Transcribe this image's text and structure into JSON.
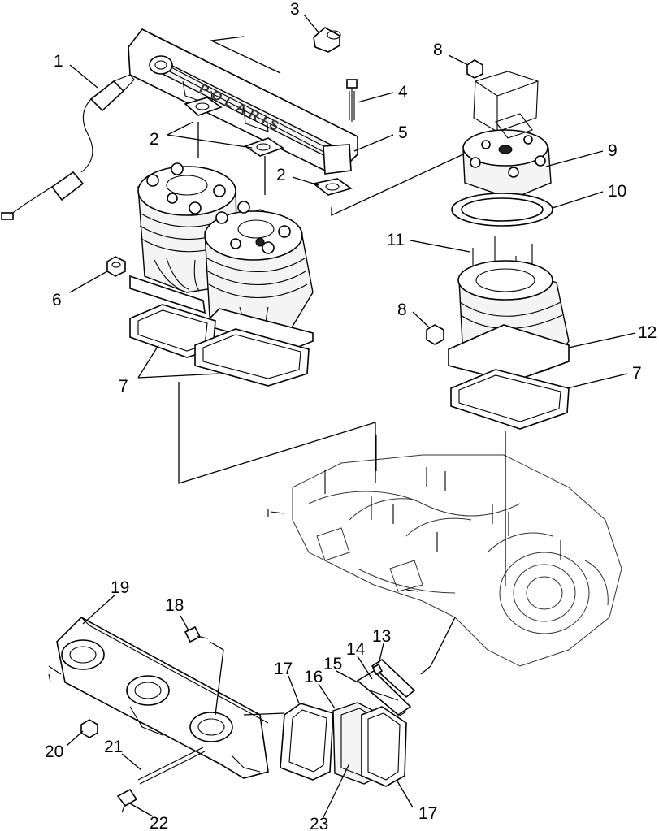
{
  "callouts": [
    {
      "id": "1",
      "text": "1"
    },
    {
      "id": "2a",
      "text": "2"
    },
    {
      "id": "2b",
      "text": "2"
    },
    {
      "id": "3",
      "text": "3"
    },
    {
      "id": "4",
      "text": "4"
    },
    {
      "id": "5",
      "text": "5"
    },
    {
      "id": "6",
      "text": "6"
    },
    {
      "id": "7a",
      "text": "7"
    },
    {
      "id": "7b",
      "text": "7"
    },
    {
      "id": "8a",
      "text": "8"
    },
    {
      "id": "8b",
      "text": "8"
    },
    {
      "id": "9",
      "text": "9"
    },
    {
      "id": "10",
      "text": "10"
    },
    {
      "id": "11",
      "text": "11"
    },
    {
      "id": "12",
      "text": "12"
    },
    {
      "id": "13",
      "text": "13"
    },
    {
      "id": "14",
      "text": "14"
    },
    {
      "id": "15",
      "text": "15"
    },
    {
      "id": "16",
      "text": "16"
    },
    {
      "id": "17a",
      "text": "17"
    },
    {
      "id": "17b",
      "text": "17"
    },
    {
      "id": "18",
      "text": "18"
    },
    {
      "id": "19",
      "text": "19"
    },
    {
      "id": "20",
      "text": "20"
    },
    {
      "id": "21",
      "text": "21"
    },
    {
      "id": "22",
      "text": "22"
    },
    {
      "id": "23",
      "text": "23"
    }
  ],
  "embossed_text": "POLARIS"
}
